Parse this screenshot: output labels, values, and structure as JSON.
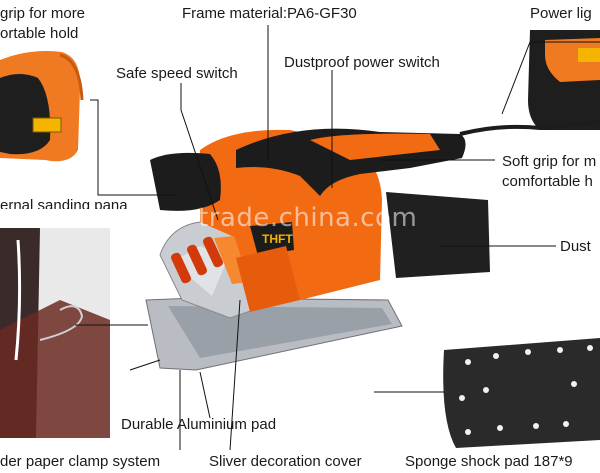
{
  "labels": {
    "grip_more": "grip for more",
    "grip_hold": "ortable hold",
    "frame_material": "Frame material:PA6-GF30",
    "power_light": "Power lig",
    "safe_speed": "Safe speed switch",
    "dustproof": "Dustproof power switch",
    "soft_grip_1": "Soft grip for m",
    "soft_grip_2": "comfortable h",
    "sanding_partial": "ernal sanding pana",
    "dust": "Dust",
    "durable_pad": "Durable Aluminium pad",
    "paper_clamp": "der paper clamp  system",
    "sliver_cover": "Sliver decoration cover",
    "sponge_pad": "Sponge shock pad 187*9"
  },
  "brand_mark": "THFT",
  "watermark": "trade.china.com",
  "colors": {
    "body_orange": "#f26b12",
    "grip_black": "#1c1c1c",
    "silver": "#c9ccd1",
    "line": "#111111"
  }
}
